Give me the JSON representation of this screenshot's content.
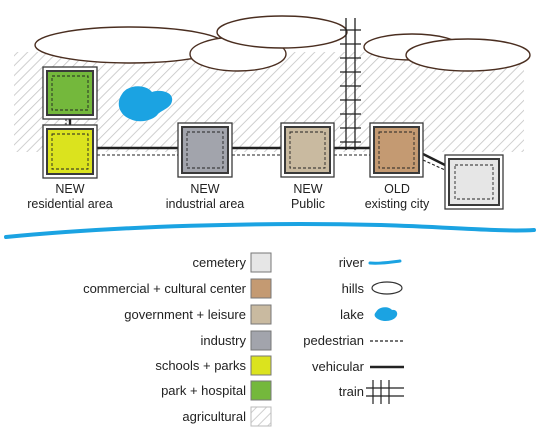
{
  "zones": [
    {
      "id": "residential",
      "line1": "NEW",
      "line2": "residential area"
    },
    {
      "id": "industrial",
      "line1": "NEW",
      "line2": "industrial area"
    },
    {
      "id": "public",
      "line1": "NEW",
      "line2": "Public"
    },
    {
      "id": "old",
      "line1": "OLD",
      "line2": "existing city"
    }
  ],
  "colors": {
    "cemetery": "#e6e6e6",
    "commercial": "#c49a72",
    "government": "#c9baa0",
    "industry": "#a2a4ac",
    "schools": "#dbe31e",
    "park": "#74b83c",
    "agricultural": "#bdbdbd",
    "river": "#1ba3e2",
    "lake": "#1ba3e2",
    "outline": "#3a3a3a"
  },
  "legend_left": [
    {
      "label": "cemetery",
      "swatch": "cemetery"
    },
    {
      "label": "commercial + cultural center",
      "swatch": "commercial"
    },
    {
      "label": "government + leisure",
      "swatch": "government"
    },
    {
      "label": "industry",
      "swatch": "industry"
    },
    {
      "label": "schools + parks",
      "swatch": "schools"
    },
    {
      "label": "park + hospital",
      "swatch": "park"
    },
    {
      "label": "agricultural",
      "swatch": "agricultural-hatch"
    }
  ],
  "legend_right": [
    {
      "label": "river",
      "symbol": "river-line"
    },
    {
      "label": "hills",
      "symbol": "hill-ellipse"
    },
    {
      "label": "lake",
      "symbol": "lake-blob"
    },
    {
      "label": "pedestrian",
      "symbol": "dashed-line"
    },
    {
      "label": "vehicular",
      "symbol": "solid-line"
    },
    {
      "label": "train",
      "symbol": "train-track"
    }
  ]
}
